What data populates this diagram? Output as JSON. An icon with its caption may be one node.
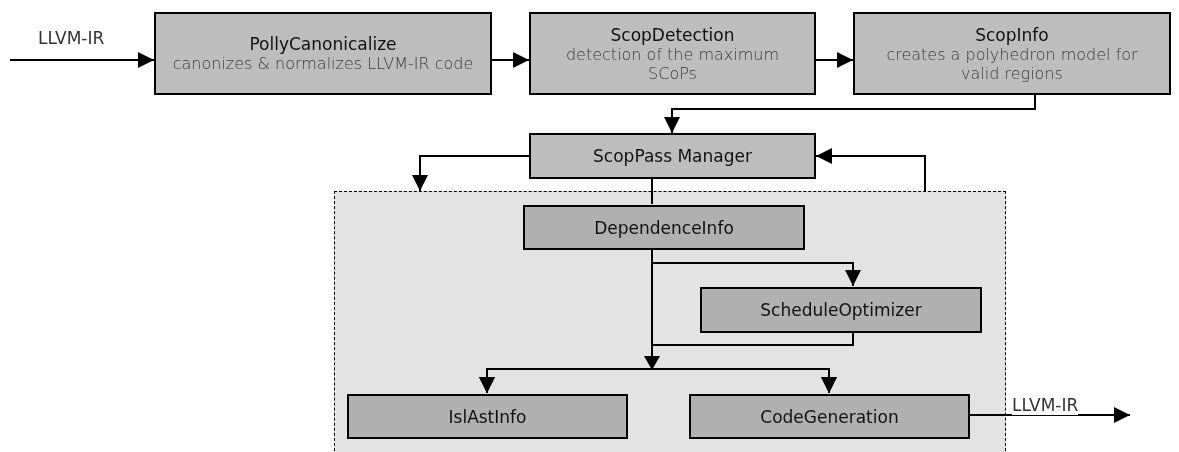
{
  "diagram": {
    "nodes": [
      {
        "text": [
          "PollyCanonicalize",
          "canonizes & normalizes LLVM-IR code"
        ]
      },
      {
        "text": [
          "ScopDetection",
          "detection of the maximum SCoPs"
        ]
      },
      {
        "text": [
          "ScopInfo",
          "creates a polyhedron model for valid regions"
        ]
      },
      {
        "text": [
          "ScopPass Manager"
        ]
      },
      {
        "text": [],
        "shape": "box"
      },
      {
        "text": [
          "DependenceInfo"
        ],
        "in": 4
      },
      {
        "text": [
          "ScheduleOptimizer"
        ],
        "in": 4
      },
      {
        "text": [
          "IslAstInfo"
        ],
        "in": 4
      },
      {
        "text": [
          "CodeGeneration"
        ],
        "in": 4
      }
    ],
    "edges": [
      {
        "from": null,
        "to": 0,
        "arrow": "to",
        "label": "LLVM-IR"
      },
      {
        "from": 0,
        "to": 1,
        "arrow": "to"
      },
      {
        "from": 1,
        "to": 2,
        "arrow": "to"
      },
      {
        "from": 2,
        "to": 3,
        "arrow": "to"
      },
      {
        "from": 3,
        "to": 4,
        "arrow": "to"
      },
      {
        "from": 4,
        "to": 3,
        "arrow": "to"
      },
      {
        "from": 3,
        "to": 5,
        "arrow": "none"
      },
      {
        "from": 5,
        "to": 6,
        "arrow": "to"
      },
      {
        "from": 5,
        "to": 7,
        "arrow": "to"
      },
      {
        "from": 5,
        "to": 8,
        "arrow": "to"
      },
      {
        "from": 6,
        "to": 7,
        "arrow": "to"
      },
      {
        "from": 6,
        "to": 8,
        "arrow": "to"
      },
      {
        "from": 8,
        "to": null,
        "arrow": "to",
        "label": "LLVM-IR"
      }
    ]
  }
}
